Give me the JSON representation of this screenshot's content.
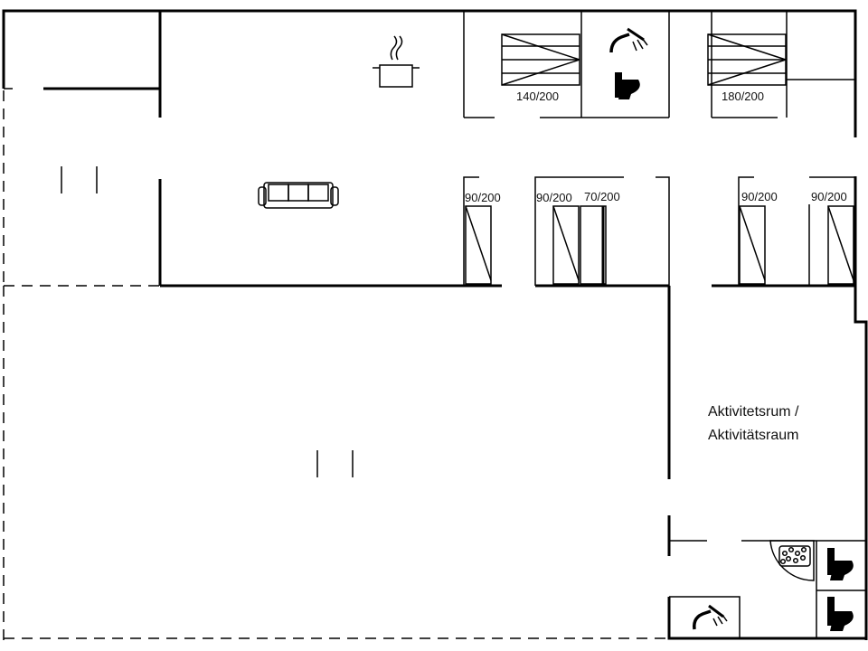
{
  "beds": {
    "b140": "140/200",
    "b180": "180/200",
    "b90a": "90/200",
    "b90b": "90/200",
    "b70": "70/200",
    "b90c": "90/200",
    "b90d": "90/200"
  },
  "rooms": {
    "activity_line1": "Aktivitetsrum /",
    "activity_line2": "Aktivitätsraum"
  },
  "icons": [
    "kitchen-pot-icon",
    "sofa-icon",
    "shower-icon",
    "toilet-icon",
    "bed-icon",
    "whirlpool-icon"
  ]
}
